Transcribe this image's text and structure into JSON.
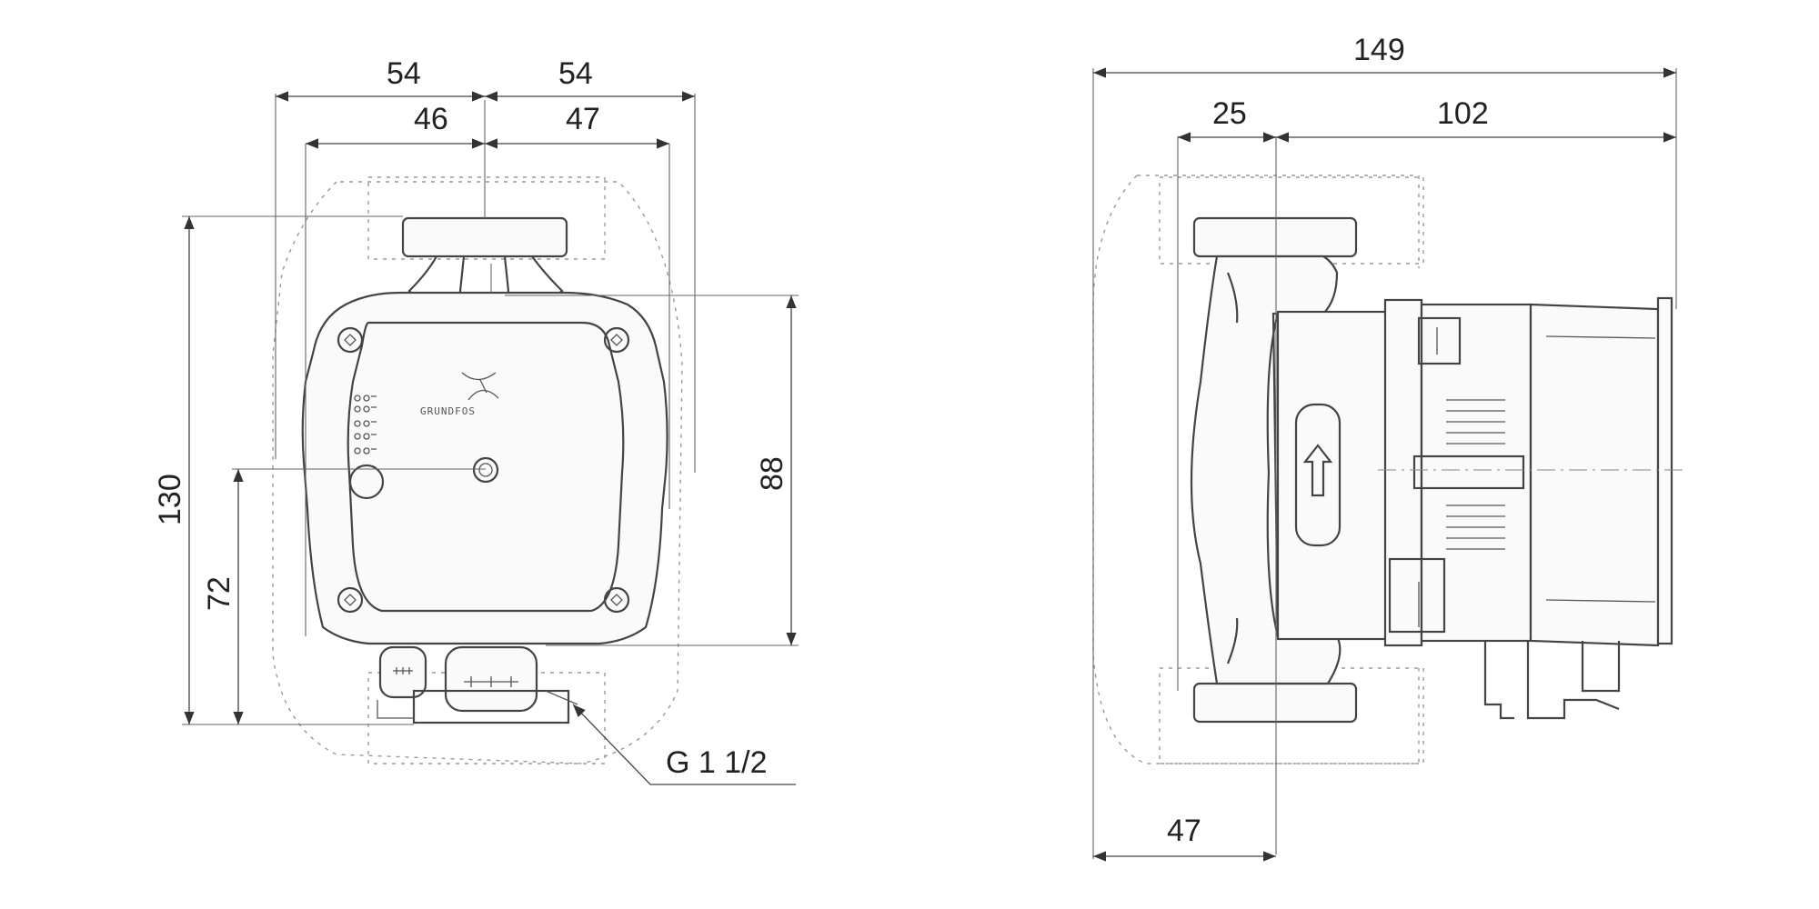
{
  "front_view": {
    "dim_total_left": "54",
    "dim_total_right": "54",
    "dim_inner_left": "46",
    "dim_inner_right": "47",
    "dim_height": "130",
    "dim_axis_height": "72",
    "dim_head_height": "88",
    "thread_label": "G 1 1/2",
    "brand_label": "GRUNDFOS"
  },
  "side_view": {
    "dim_total_width": "149",
    "dim_left_part": "25",
    "dim_right_part": "102",
    "dim_bottom": "47"
  },
  "colors": {
    "line": "#444444",
    "dimension": "#222222"
  }
}
